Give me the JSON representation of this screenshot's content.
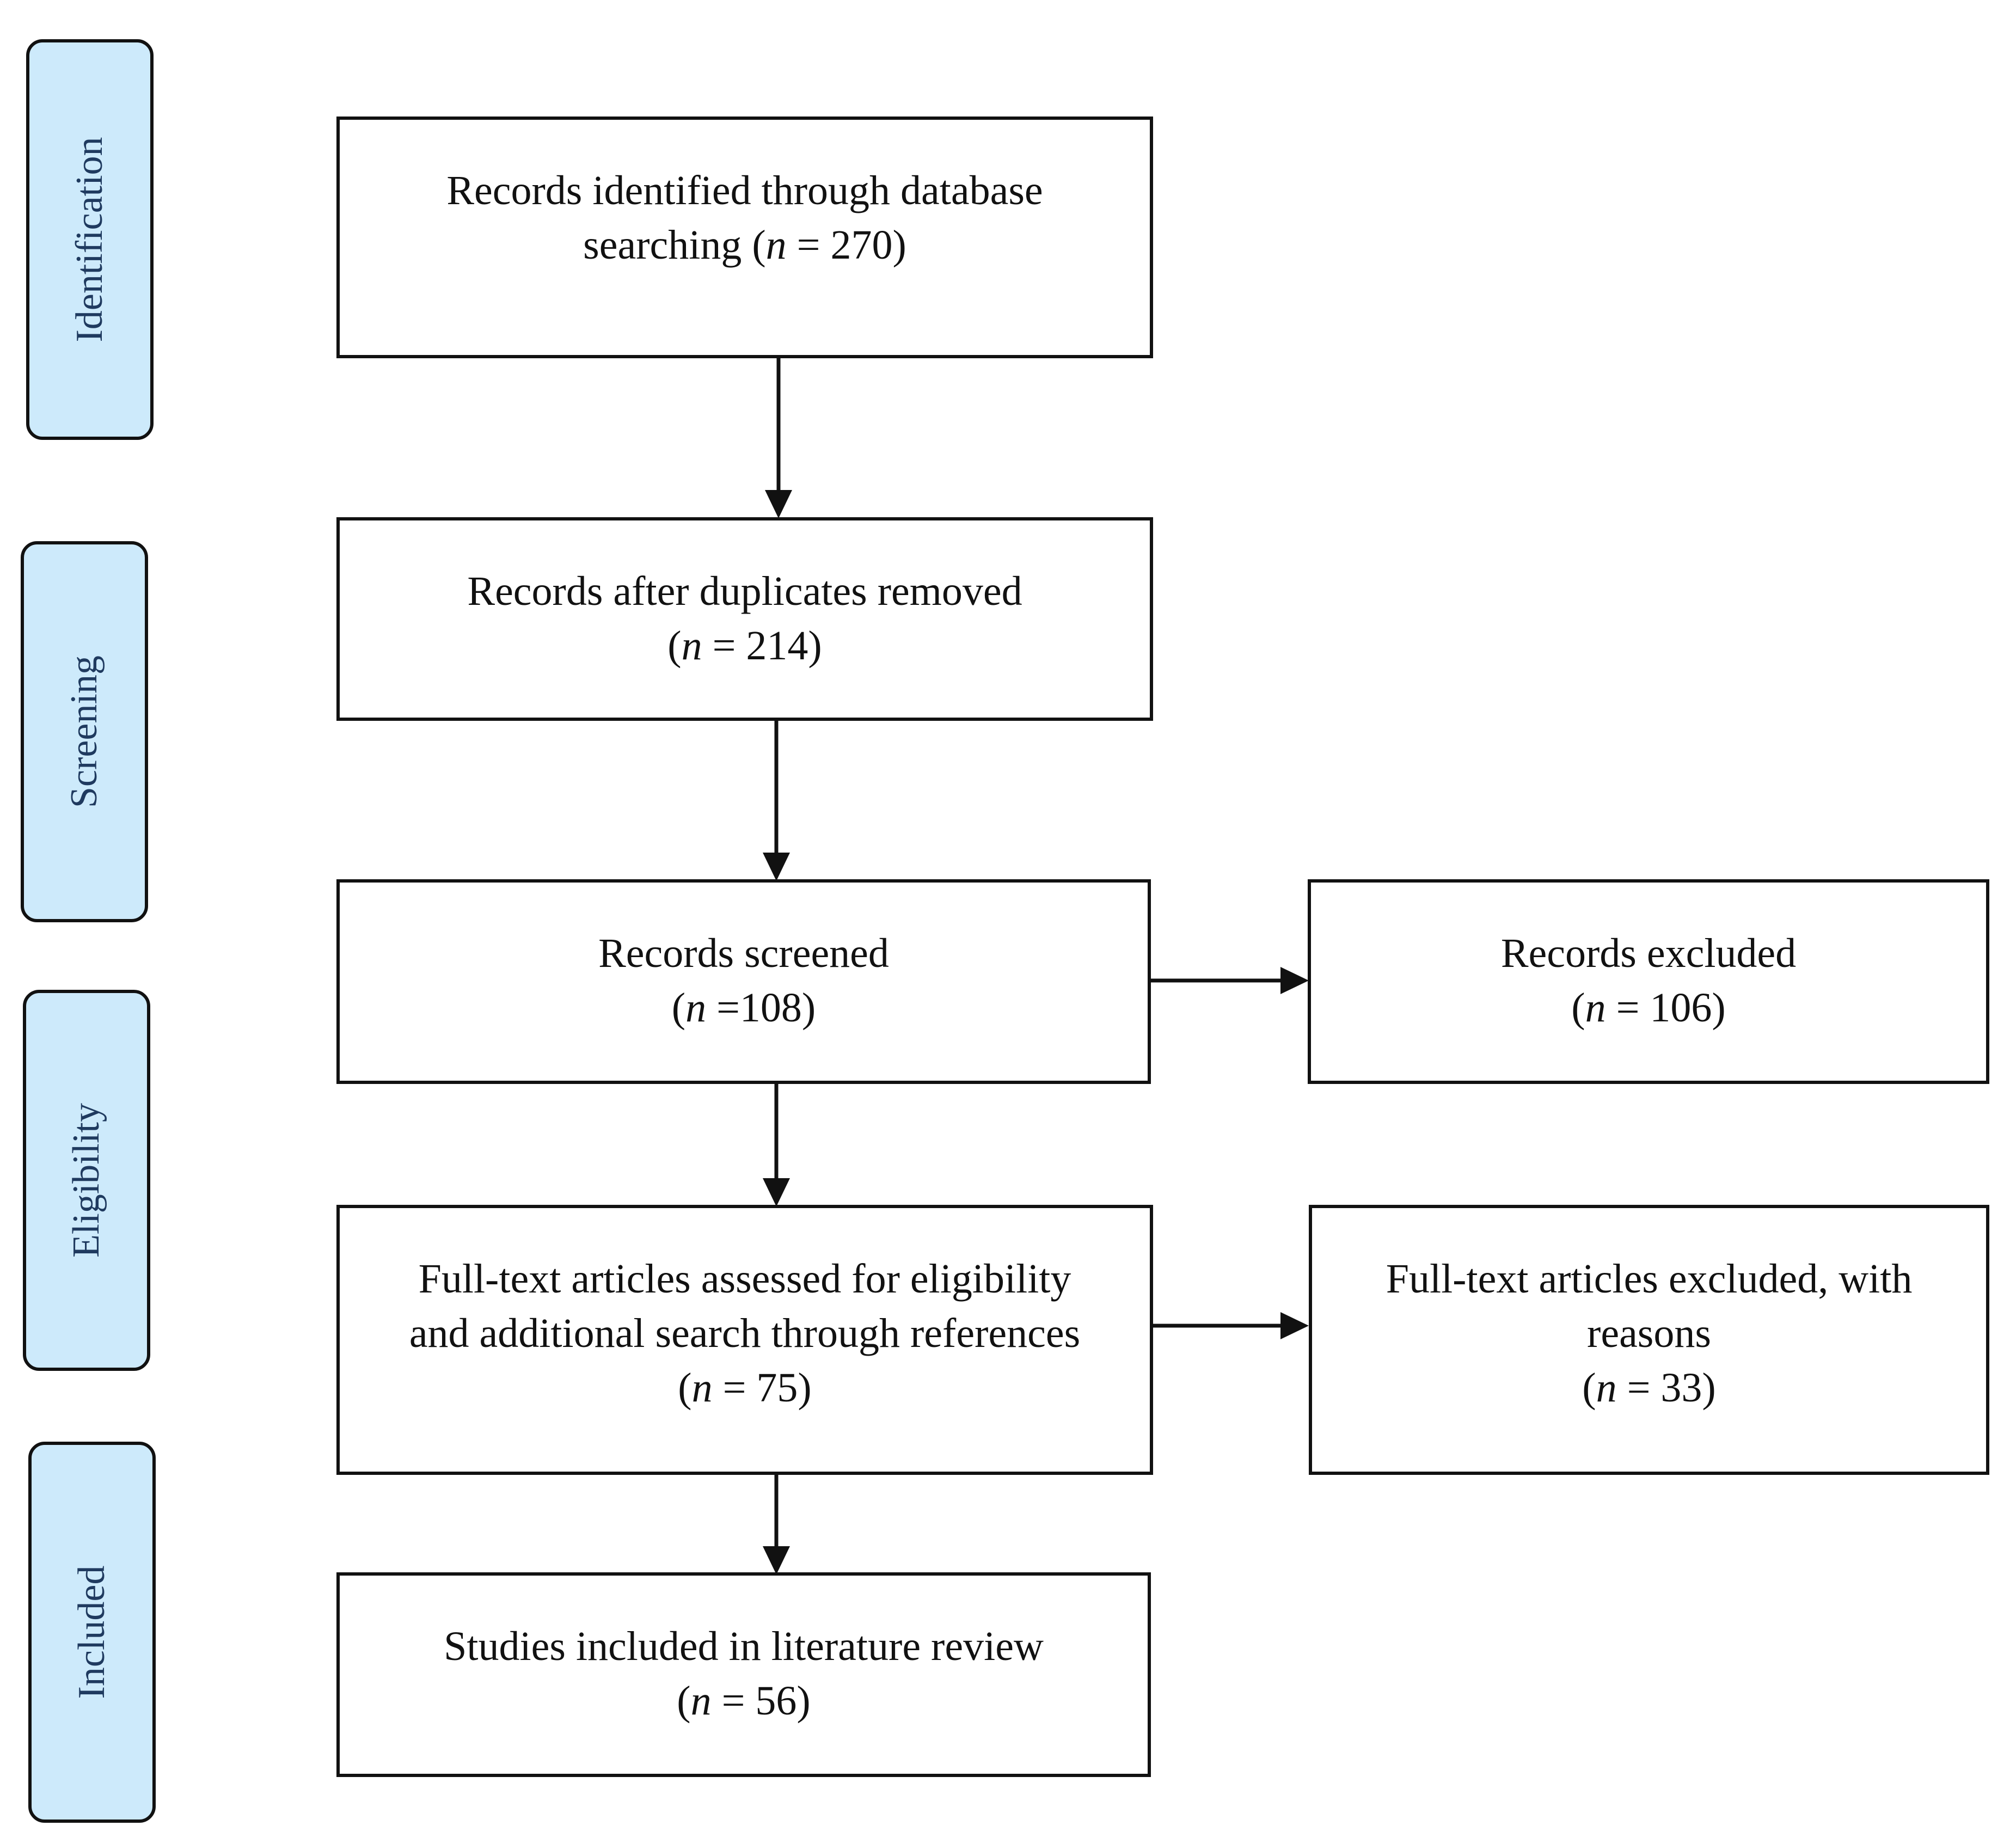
{
  "stages": [
    {
      "key": "identification",
      "label": "Identification"
    },
    {
      "key": "screening",
      "label": "Screening"
    },
    {
      "key": "eligibility",
      "label": "Eligibility"
    },
    {
      "key": "included",
      "label": "Included"
    }
  ],
  "boxes": {
    "identified": {
      "lines": [
        "Records identified through database",
        "searching ("
      ],
      "n_label": "n",
      "n_text": " = 270)"
    },
    "after_duplicates": {
      "lines": [
        "Records after duplicates removed"
      ],
      "n_open": "(",
      "n_label": "n",
      "n_text": " = 214)"
    },
    "screened": {
      "lines": [
        "Records screened"
      ],
      "n_open": "(",
      "n_label": "n",
      "n_text": " =108)"
    },
    "excluded": {
      "lines": [
        "Records excluded"
      ],
      "n_open": "(",
      "n_label": "n",
      "n_text": " = 106)"
    },
    "full_text_assessed": {
      "lines": [
        "Full-text articles assessed for eligibility",
        "and additional search through references"
      ],
      "n_open": "(",
      "n_label": "n",
      "n_text": " = 75)"
    },
    "full_text_excluded": {
      "lines": [
        "Full-text articles excluded, with",
        "reasons"
      ],
      "n_open": "(",
      "n_label": "n",
      "n_text": " = 33)"
    },
    "included": {
      "lines": [
        "Studies included in literature review"
      ],
      "n_open": "(",
      "n_label": "n",
      "n_text": " = 56)"
    }
  },
  "colors": {
    "stage_fill": "#cdeafb",
    "stage_text": "#1f3a5f",
    "stroke": "#111111"
  }
}
